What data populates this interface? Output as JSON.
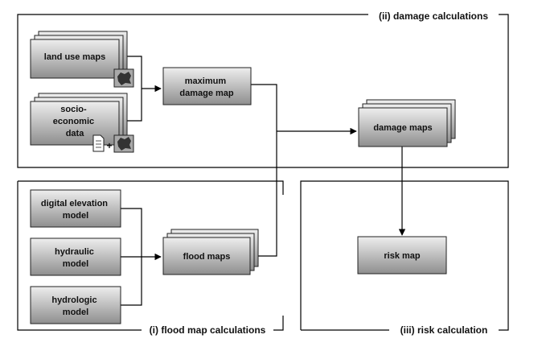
{
  "sections": {
    "damage": "(ii) damage calculations",
    "flood": "(i) flood map calculations",
    "risk": "(iii) risk calculation"
  },
  "boxes": {
    "land_use": [
      "land use maps"
    ],
    "socio": [
      "socio-",
      "economic",
      "data"
    ],
    "max_damage": [
      "maximum",
      "damage map"
    ],
    "damage_maps": [
      "damage maps"
    ],
    "dem": [
      "digital elevation",
      "model"
    ],
    "hydraulic": [
      "hydraulic",
      "model"
    ],
    "hydrologic": [
      "hydrologic",
      "model"
    ],
    "flood_maps": [
      "flood maps"
    ],
    "risk_map": [
      "risk map"
    ]
  },
  "plus_sign": "+",
  "colors": {
    "box_top": "#eeeeee",
    "box_bottom": "#8e8e8e",
    "stroke": "#222222",
    "line": "#000000"
  },
  "icons": [
    "map-thumbnail-icon",
    "document-icon"
  ]
}
